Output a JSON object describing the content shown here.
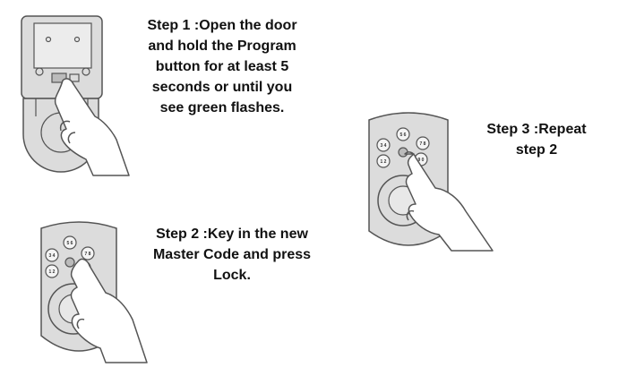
{
  "steps": [
    {
      "text": "Step 1 :Open the door\nand hold the Program\nbutton for at least 5\nseconds or until you\nsee green flashes."
    },
    {
      "text": "Step 2 :Key in the new\nMaster Code and press\nLock."
    },
    {
      "text": "Step 3 :Repeat\nstep 2"
    }
  ],
  "keypad_labels": [
    "5 6",
    "7 8",
    "3 4",
    "9 0",
    "1 2"
  ],
  "colors": {
    "line": "#555555",
    "lock_fill": "#dcdcdc",
    "text": "#111111"
  }
}
